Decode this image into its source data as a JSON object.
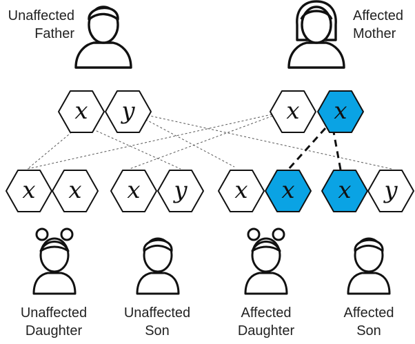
{
  "colors": {
    "outline": "#111111",
    "affected_fill": "#0aa3e4",
    "unaffected_fill": "#ffffff",
    "connector": "#555555",
    "text": "#222222"
  },
  "parents": {
    "father": {
      "line1": "Unaffected",
      "line2": "Father"
    },
    "mother": {
      "line1": "Affected",
      "line2": "Mother"
    }
  },
  "parent_chromosomes": {
    "father": [
      {
        "glyph": "x",
        "affected": false
      },
      {
        "glyph": "y",
        "affected": false
      }
    ],
    "mother": [
      {
        "glyph": "x",
        "affected": false
      },
      {
        "glyph": "x",
        "affected": true
      }
    ]
  },
  "children": [
    {
      "line1": "Unaffected",
      "line2": "Daughter",
      "sex": "female",
      "chromosomes": [
        {
          "glyph": "x",
          "affected": false
        },
        {
          "glyph": "x",
          "affected": false
        }
      ]
    },
    {
      "line1": "Unaffected",
      "line2": "Son",
      "sex": "male",
      "chromosomes": [
        {
          "glyph": "x",
          "affected": false
        },
        {
          "glyph": "y",
          "affected": false
        }
      ]
    },
    {
      "line1": "Affected",
      "line2": "Daughter",
      "sex": "female",
      "chromosomes": [
        {
          "glyph": "x",
          "affected": false
        },
        {
          "glyph": "x",
          "affected": true
        }
      ]
    },
    {
      "line1": "Affected",
      "line2": "Son",
      "sex": "male",
      "chromosomes": [
        {
          "glyph": "x",
          "affected": true
        },
        {
          "glyph": "y",
          "affected": false
        }
      ]
    }
  ]
}
